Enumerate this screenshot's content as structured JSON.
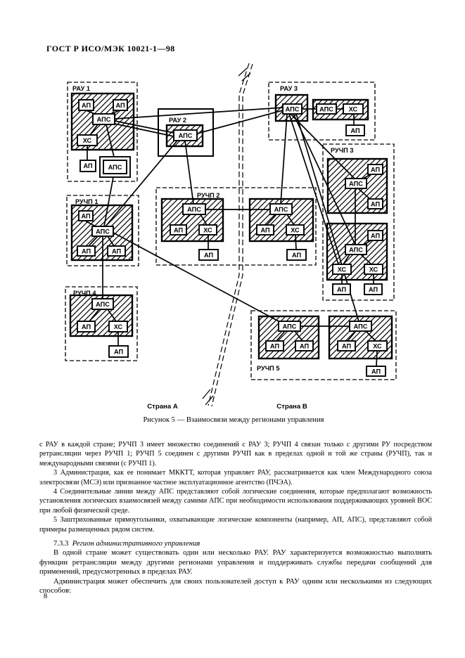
{
  "page": {
    "header": "ГОСТ Р ИСО/МЭК 10021-1—98",
    "page_number": "8"
  },
  "diagram": {
    "labels": {
      "ap": "АП",
      "aps": "АПС",
      "xs": "ХС"
    },
    "regions": {
      "rau1": "РАУ 1",
      "rau2": "РАУ 2",
      "rau3": "РАУ 3",
      "ruchp1": "РУЧП 1",
      "ruchp2": "РУЧП 2",
      "ruchp3": "РУЧП 3",
      "ruchp4": "РУЧП 4",
      "ruchp5": "РУЧП 5"
    },
    "country_a": "Страна А",
    "country_b": "Страна В",
    "caption": "Рисунок 5 — Взаимосвязи между регионами управления"
  },
  "text": {
    "para_continuation": "с РАУ в каждой стране; РУЧП 3 имеет множество соединений с РАУ 3; РУЧП 4 связан только с другими РУ посредством ретрансляции через РУЧП 1; РУЧП 5 соединен с другими РУЧП как в пределах одной и той же страны (РУЧП), так и международными связями (с РУЧП 1).",
    "note3": "3 Администрация, как ее понимает МККТТ, которая управляет РАУ, рассматривается как член Международного союза электросвязи (МСЭ) или признанное частное эксплуатационное агентство (ПЧЭА).",
    "note4": "4 Соединительные линии между АПС представляют собой логические соединения, которые предполагают возможность установления логических взаимосвязей между самими АПС при необходимости использования поддерживающих уровней ВОС при любой физической среде.",
    "note5": "5 Заштрихованные прямоугольники, охватывающие логические компоненты (например, АП, АПС), представляют собой примеры размещенных рядом систем.",
    "heading_number": "7.3.3",
    "heading_title": "Регион административного управления",
    "para1": "В одной стране может существовать один или несколько РАУ. РАУ характеризуется возможностью выполнять функции ретрансляции между другими регионами управления и поддерживать службы передачи сообщений для применений, предусмотренных в пределах РАУ.",
    "para2": "Администрация может обеспечить для своих пользователей доступ к РАУ одним или несколькими из следующих способов:"
  }
}
